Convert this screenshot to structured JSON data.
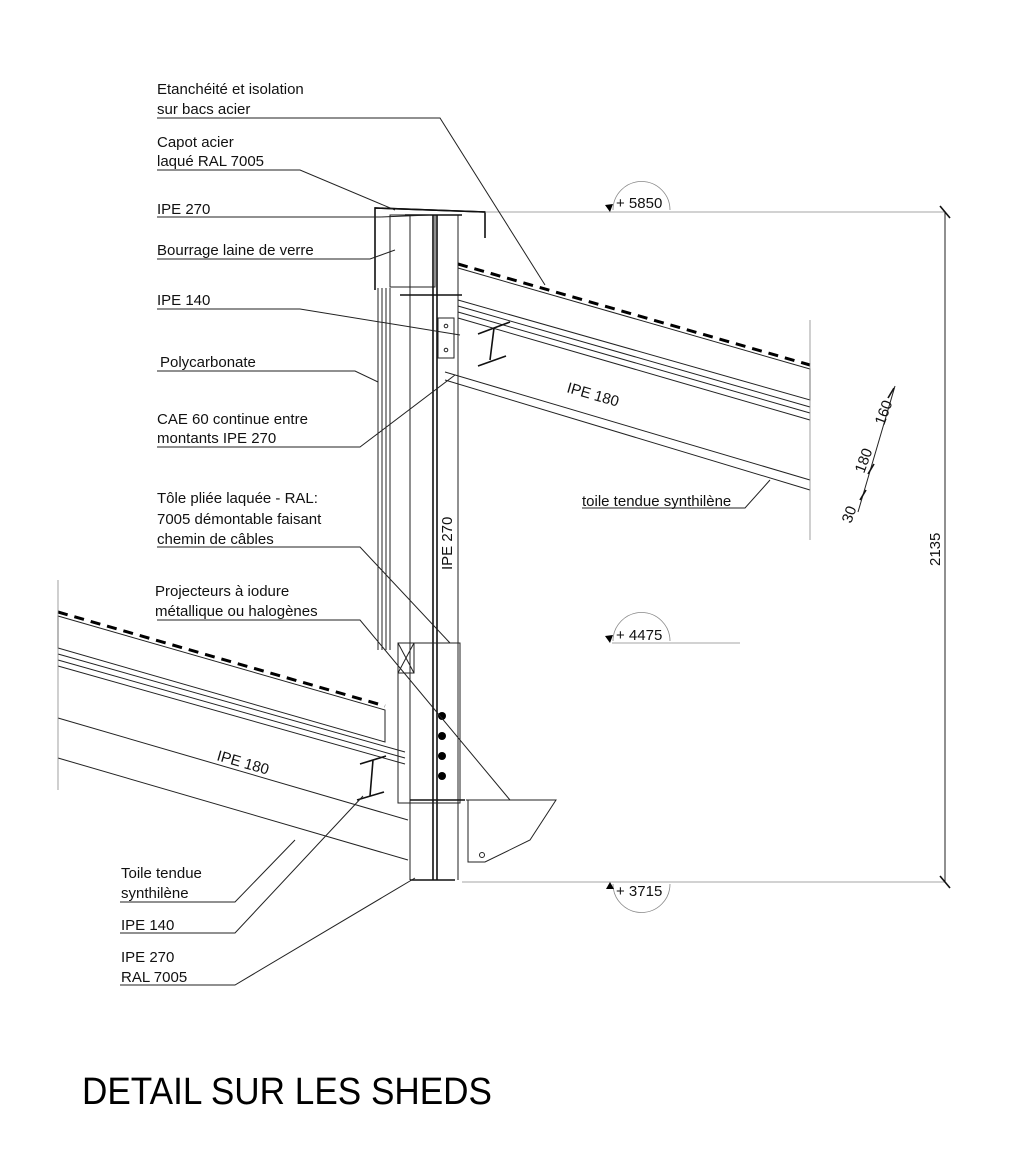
{
  "title": "DETAIL SUR LES SHEDS",
  "labels": {
    "etancheite_1": "Etanchéité et isolation",
    "etancheite_2": "sur bacs acier",
    "capot_1": "Capot acier",
    "capot_2": "laqué RAL 7005",
    "ipe270_top": "IPE 270",
    "bourrage": "Bourrage laine de verre",
    "ipe140_top": "IPE 140",
    "polycarbonate": "Polycarbonate",
    "cae_1": "CAE 60 continue entre",
    "cae_2": "montants IPE 270",
    "tole_1": "Tôle pliée laquée - RAL:",
    "tole_2": "7005 démontable faisant",
    "tole_3": "chemin de câbles",
    "projecteurs_1": "Projecteurs à iodure",
    "projecteurs_2": "métallique ou halogènes",
    "toile_1": "Toile tendue",
    "toile_2": "synthilène",
    "ipe140_bottom": "IPE 140",
    "ipe270_bottom_1": "IPE 270",
    "ipe270_bottom_2": "RAL 7005",
    "toile_right": "toile tendue synthilène",
    "ipe180_right": "IPE 180",
    "ipe180_left": "IPE 180",
    "ipe270_column": "IPE 270"
  },
  "levels": {
    "top": "+ 5850",
    "middle": "+ 4475",
    "bottom": "+ 3715"
  },
  "dimensions": {
    "total": "2135",
    "d160": "160",
    "d180": "180",
    "d30": "30"
  }
}
